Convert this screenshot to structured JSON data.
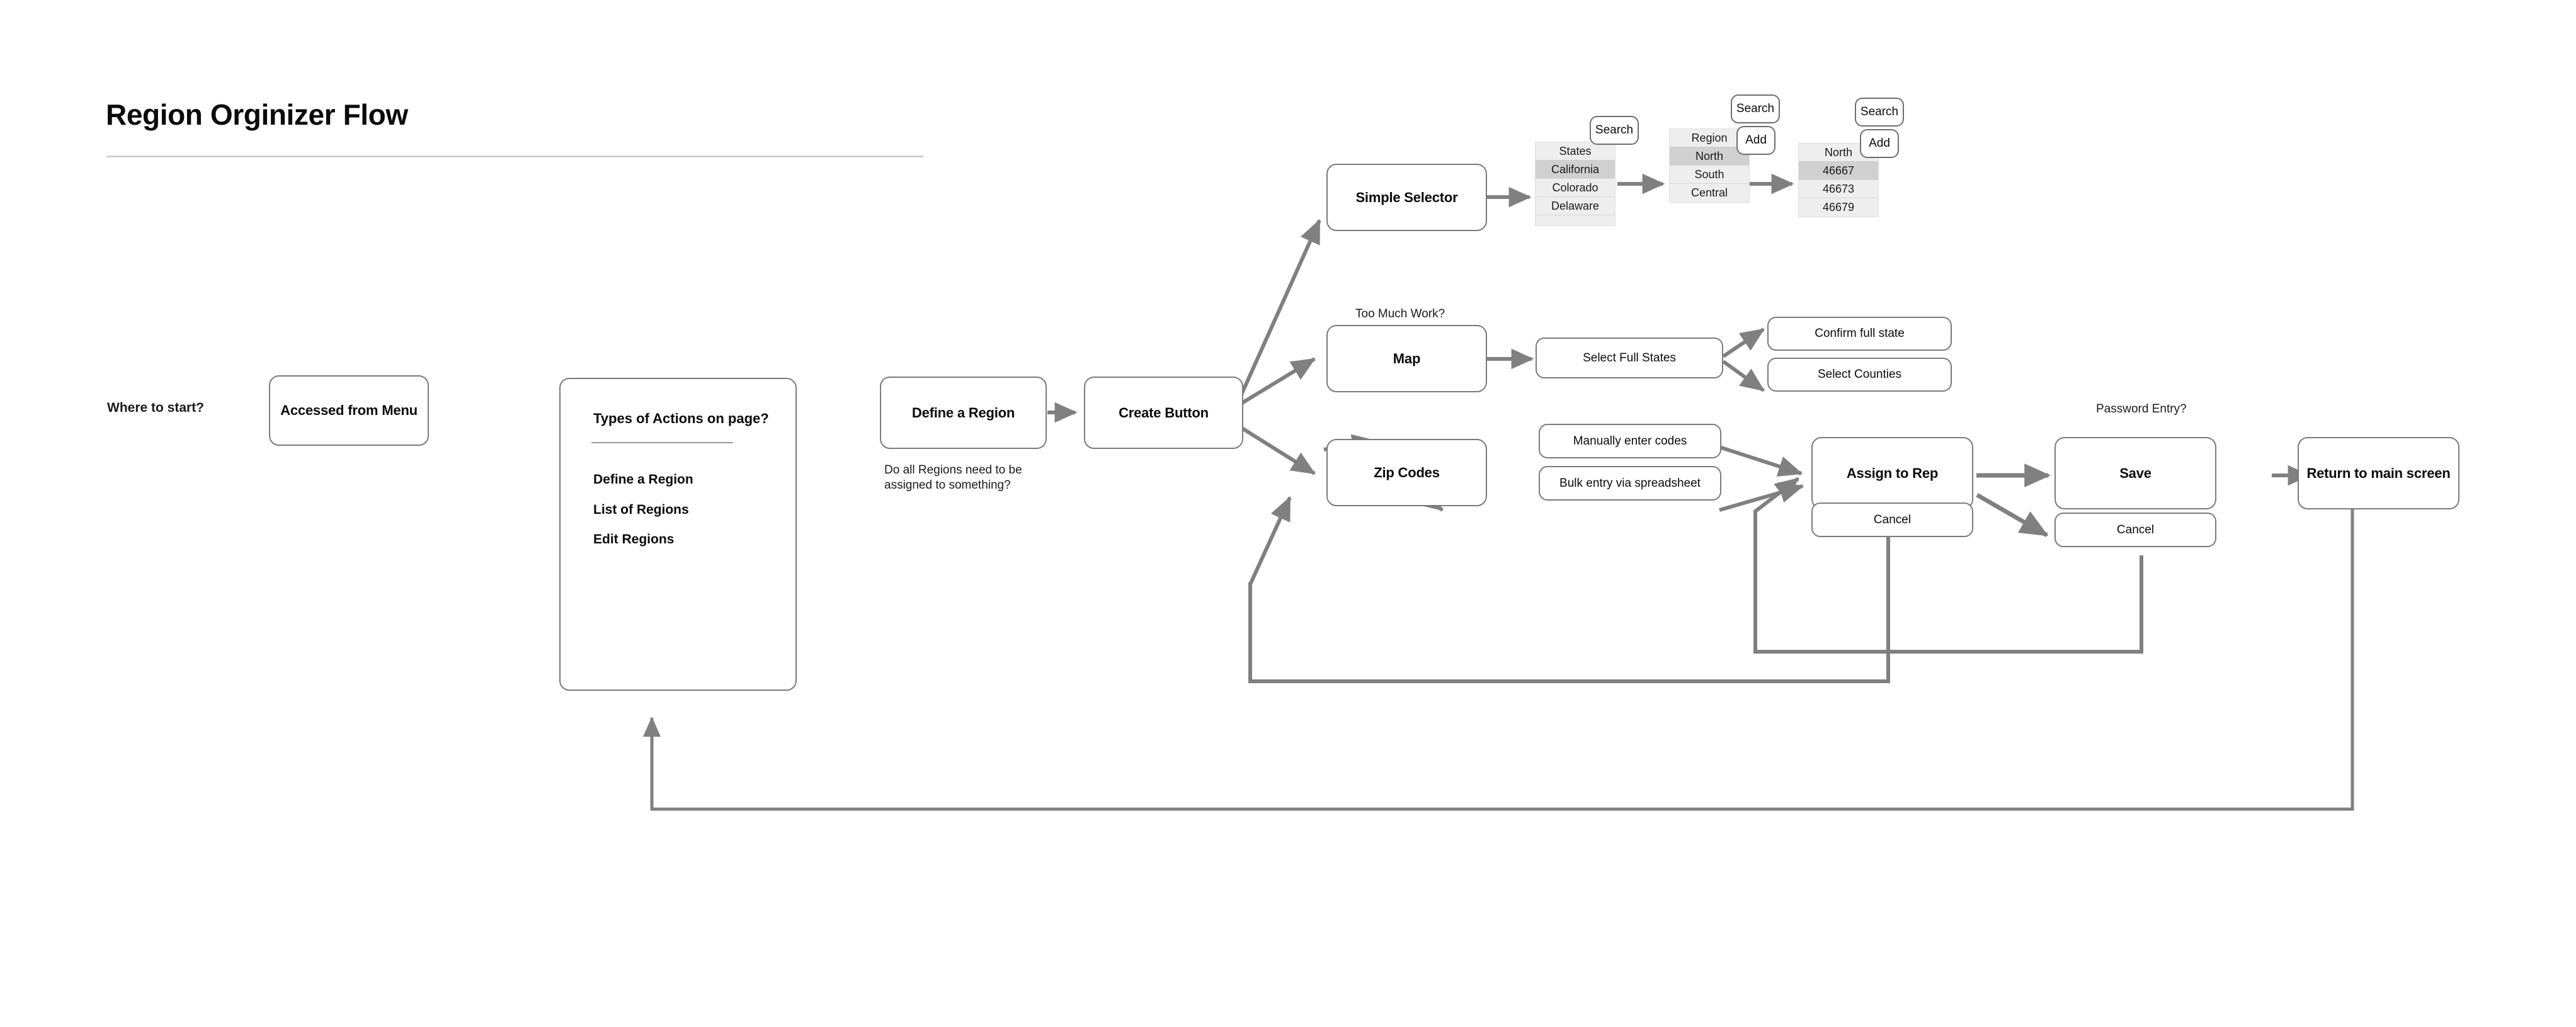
{
  "page": {
    "title": "Region Orginizer Flow"
  },
  "start": {
    "question": "Where to start?",
    "entry_node": "Accessed from Menu"
  },
  "actions_panel": {
    "title": "Types of Actions on page?",
    "items": [
      "Define a Region",
      "List of Regions",
      "Edit Regions"
    ]
  },
  "define": {
    "node": "Define a Region",
    "note": "Do all Regions need to be\nassigned to something?"
  },
  "create": {
    "node": "Create Button"
  },
  "branches": {
    "simple_selector": "Simple Selector",
    "map": "Map",
    "map_caption": "Too Much Work?",
    "zip_codes": "Zip Codes"
  },
  "selector_lists": [
    {
      "name": "states-list",
      "header": "States",
      "rows": [
        "California",
        "Colorado",
        "Delaware"
      ],
      "selected": "California",
      "buttons": [
        "Search"
      ]
    },
    {
      "name": "region-list",
      "header": "Region",
      "rows": [
        "North",
        "South",
        "Central"
      ],
      "selected": "North",
      "buttons": [
        "Search",
        "Add"
      ]
    },
    {
      "name": "north-list",
      "header": "North",
      "rows": [
        "46667",
        "46673",
        "46679"
      ],
      "selected": "46667",
      "buttons": [
        "Search",
        "Add"
      ]
    }
  ],
  "map_flow": {
    "select_full_states": "Select  Full States",
    "confirm_full_state": "Confirm full state",
    "select_counties": "Select  Counties"
  },
  "zip_flow": {
    "manual": "Manually enter codes",
    "bulk": "Bulk entry via spreadsheet"
  },
  "finish": {
    "assign": "Assign to Rep",
    "assign_cancel": "Cancel",
    "save": "Save",
    "save_caption": "Password Entry?",
    "save_cancel": "Cancel",
    "return": "Return to main screen"
  },
  "colors": {
    "node_border": "#7b7b7b",
    "edge": "#808080",
    "list_bg": "#eeeeee",
    "list_selected": "#d0d0d0",
    "text": "#0b0b0b",
    "rule": "#cfcfcf"
  }
}
